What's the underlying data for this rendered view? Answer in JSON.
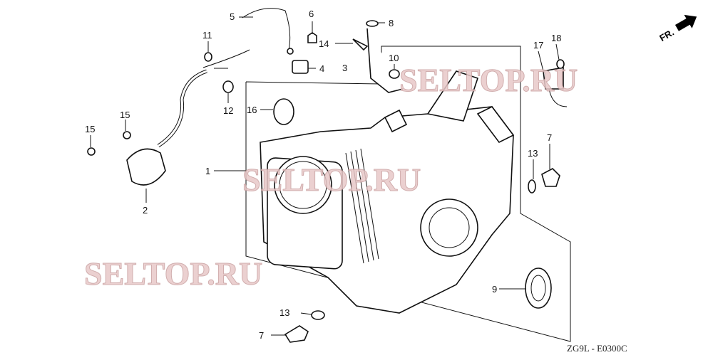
{
  "diagram": {
    "orientation_label": "FR.",
    "drawing_code": "ZG9L - E0300C",
    "watermark": "SELTOP.RU",
    "callouts": [
      {
        "id": "1",
        "label": "1"
      },
      {
        "id": "2",
        "label": "2"
      },
      {
        "id": "3",
        "label": "3"
      },
      {
        "id": "4",
        "label": "4"
      },
      {
        "id": "5",
        "label": "5"
      },
      {
        "id": "6",
        "label": "6"
      },
      {
        "id": "7a",
        "label": "7"
      },
      {
        "id": "7b",
        "label": "7"
      },
      {
        "id": "8",
        "label": "8"
      },
      {
        "id": "9",
        "label": "9"
      },
      {
        "id": "10",
        "label": "10"
      },
      {
        "id": "11",
        "label": "11"
      },
      {
        "id": "12",
        "label": "12"
      },
      {
        "id": "13a",
        "label": "13"
      },
      {
        "id": "13b",
        "label": "13"
      },
      {
        "id": "14",
        "label": "14"
      },
      {
        "id": "15a",
        "label": "15"
      },
      {
        "id": "15b",
        "label": "15"
      },
      {
        "id": "16",
        "label": "16"
      },
      {
        "id": "17",
        "label": "17"
      },
      {
        "id": "18",
        "label": "18"
      }
    ]
  }
}
